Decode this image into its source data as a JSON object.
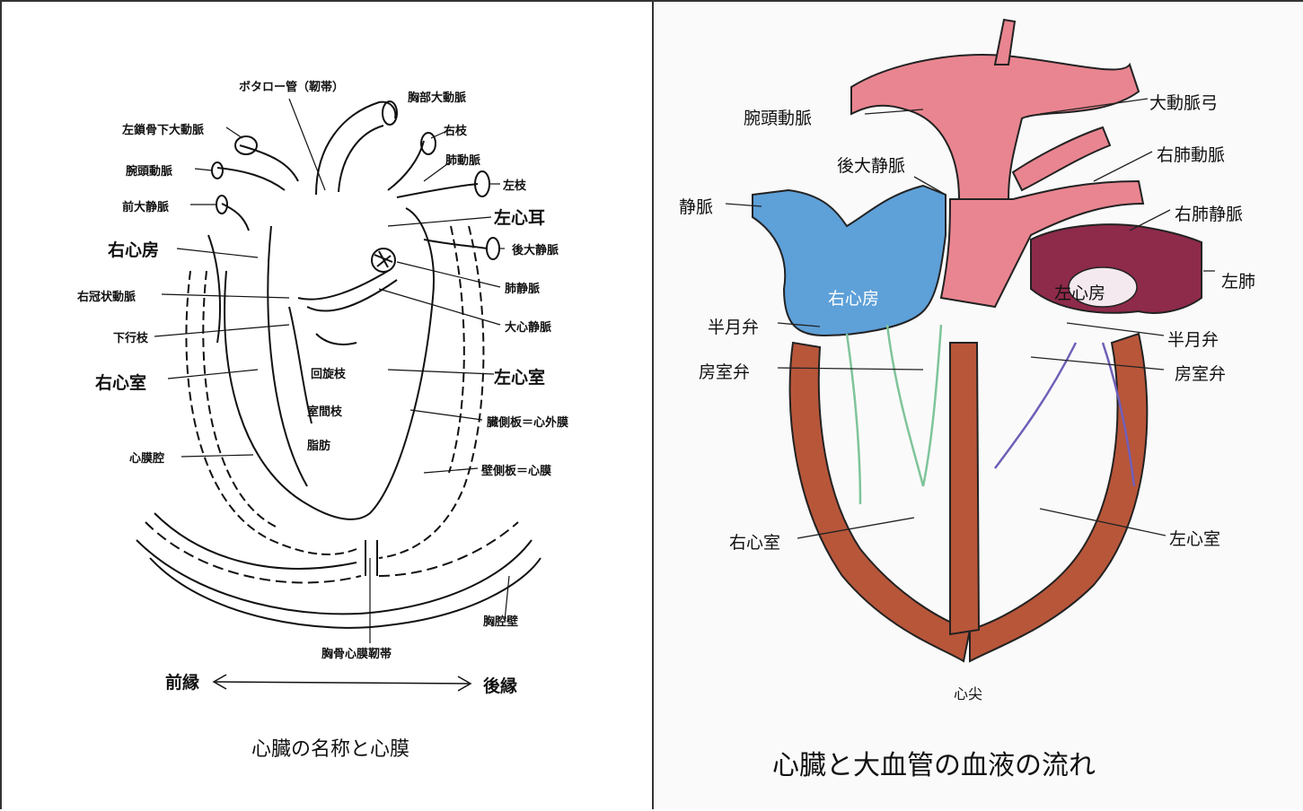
{
  "left": {
    "caption": "心臓の名称と心膜",
    "labels": {
      "botallo": "ボタロー管（靭帯）",
      "thoracic_aorta": "胸部大動脈",
      "left_subclavian": "左鎖骨下大動脈",
      "right_branch": "右枝",
      "brachiocephalic": "腕頭動脈",
      "pulmonary_artery": "肺動脈",
      "left_branch": "左枝",
      "ant_vena_cava": "前大静脈",
      "left_auricle": "左心耳",
      "right_atrium": "右心房",
      "post_vena_cava": "後大静脈",
      "pulm_vein": "肺静脈",
      "right_coronary": "右冠状動脈",
      "great_cardiac_vein": "大心静脈",
      "descending_branch": "下行枝",
      "circumflex": "回旋枝",
      "right_ventricle": "右心室",
      "left_ventricle": "左心室",
      "interventricular": "室間枝",
      "visceral": "臓側板＝心外膜",
      "fat": "脂肪",
      "pericardial_cavity": "心膜腔",
      "parietal": "壁側板＝心膜",
      "thoracic_wall": "胸腔壁",
      "sternopericardial": "胸骨心膜靭帯",
      "anterior": "前縁",
      "posterior": "後縁"
    }
  },
  "right": {
    "caption": "心臓と大血管の血液の流れ",
    "labels": {
      "brachiocephalic": "腕頭動脈",
      "aortic_arch": "大動脈弓",
      "post_vena_cava": "後大静脈",
      "right_pulm_artery": "右肺動脈",
      "vein_left": "静脈",
      "right_pulm_vein": "右肺静脈",
      "left_lung": "左肺",
      "right_atrium": "右心房",
      "left_atrium": "左心房",
      "semilunar_left": "半月弁",
      "semilunar_right": "半月弁",
      "av_valve_left": "房室弁",
      "av_valve_right": "房室弁",
      "right_ventricle": "右心室",
      "left_ventricle": "左心室",
      "apex": "心尖"
    },
    "colors": {
      "artery": "#e98590",
      "vein": "#5ea0d8",
      "left_atrium": "#8e2a4a",
      "myocardium": "#b8563a",
      "valve_green": "#7fc49a",
      "valve_purple": "#6f5fb8"
    }
  }
}
